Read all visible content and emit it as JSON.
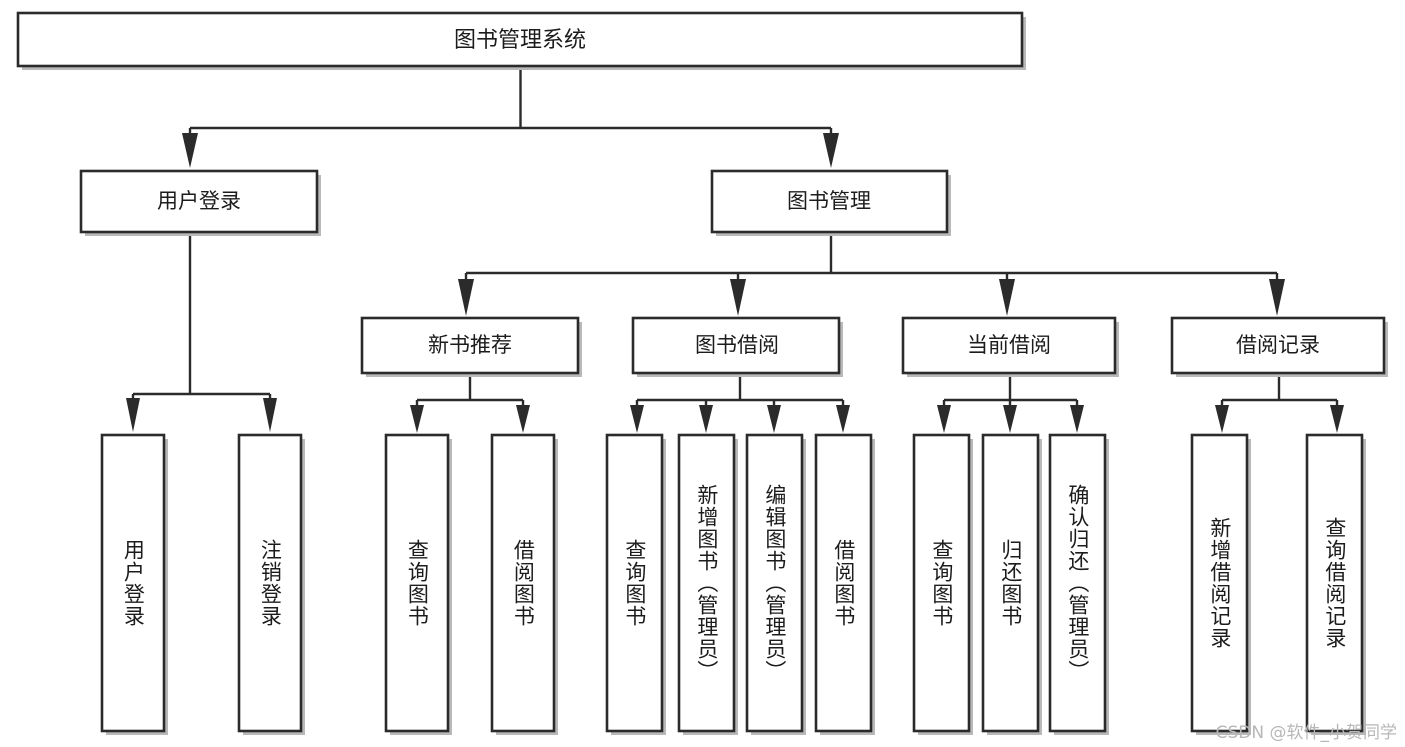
{
  "diagram": {
    "title": "图书管理系统",
    "type": "tree",
    "root": {
      "id": "root",
      "label": "图书管理系统",
      "orientation": "horizontal"
    },
    "level2": [
      {
        "id": "user-login",
        "label": "用户登录",
        "orientation": "horizontal"
      },
      {
        "id": "book-manage",
        "label": "图书管理",
        "orientation": "horizontal"
      }
    ],
    "level3": [
      {
        "id": "new-book-recommend",
        "label": "新书推荐",
        "parent": "book-manage",
        "orientation": "horizontal"
      },
      {
        "id": "book-borrow",
        "label": "图书借阅",
        "parent": "book-manage",
        "orientation": "horizontal"
      },
      {
        "id": "current-borrow",
        "label": "当前借阅",
        "parent": "book-manage",
        "orientation": "horizontal"
      },
      {
        "id": "borrow-record",
        "label": "借阅记录",
        "parent": "book-manage",
        "orientation": "horizontal"
      }
    ],
    "leaves": [
      {
        "id": "leaf-user-login",
        "label": "用户登录",
        "parent": "user-login",
        "orientation": "vertical"
      },
      {
        "id": "leaf-user-logout",
        "label": "注销登录",
        "parent": "user-login",
        "orientation": "vertical"
      },
      {
        "id": "leaf-query-book-1",
        "label": "查询图书",
        "parent": "new-book-recommend",
        "orientation": "vertical"
      },
      {
        "id": "leaf-borrow-book-1",
        "label": "借阅图书",
        "parent": "new-book-recommend",
        "orientation": "vertical"
      },
      {
        "id": "leaf-query-book-2",
        "label": "查询图书",
        "parent": "book-borrow",
        "orientation": "vertical"
      },
      {
        "id": "leaf-add-book",
        "label": "新增图书（管理员）",
        "parent": "book-borrow",
        "orientation": "vertical"
      },
      {
        "id": "leaf-edit-book",
        "label": "编辑图书（管理员）",
        "parent": "book-borrow",
        "orientation": "vertical"
      },
      {
        "id": "leaf-borrow-book-2",
        "label": "借阅图书",
        "parent": "book-borrow",
        "orientation": "vertical"
      },
      {
        "id": "leaf-query-book-3",
        "label": "查询图书",
        "parent": "current-borrow",
        "orientation": "vertical"
      },
      {
        "id": "leaf-return-book",
        "label": "归还图书",
        "parent": "current-borrow",
        "orientation": "vertical"
      },
      {
        "id": "leaf-confirm-return",
        "label": "确认归还（管理员）",
        "parent": "current-borrow",
        "orientation": "vertical"
      },
      {
        "id": "leaf-add-record",
        "label": "新增借阅记录",
        "parent": "borrow-record",
        "orientation": "vertical"
      },
      {
        "id": "leaf-query-record",
        "label": "查询借阅记录",
        "parent": "borrow-record",
        "orientation": "vertical"
      }
    ],
    "colors": {
      "box_fill": "#ffffff",
      "box_stroke": "#2b2b2b",
      "shadow": "#b9b9b9",
      "text": "#1c1c1c",
      "background": "#ffffff",
      "watermark": "#b7b7b7"
    }
  },
  "watermark": {
    "text": "CSDN @软件_小贺同学"
  }
}
